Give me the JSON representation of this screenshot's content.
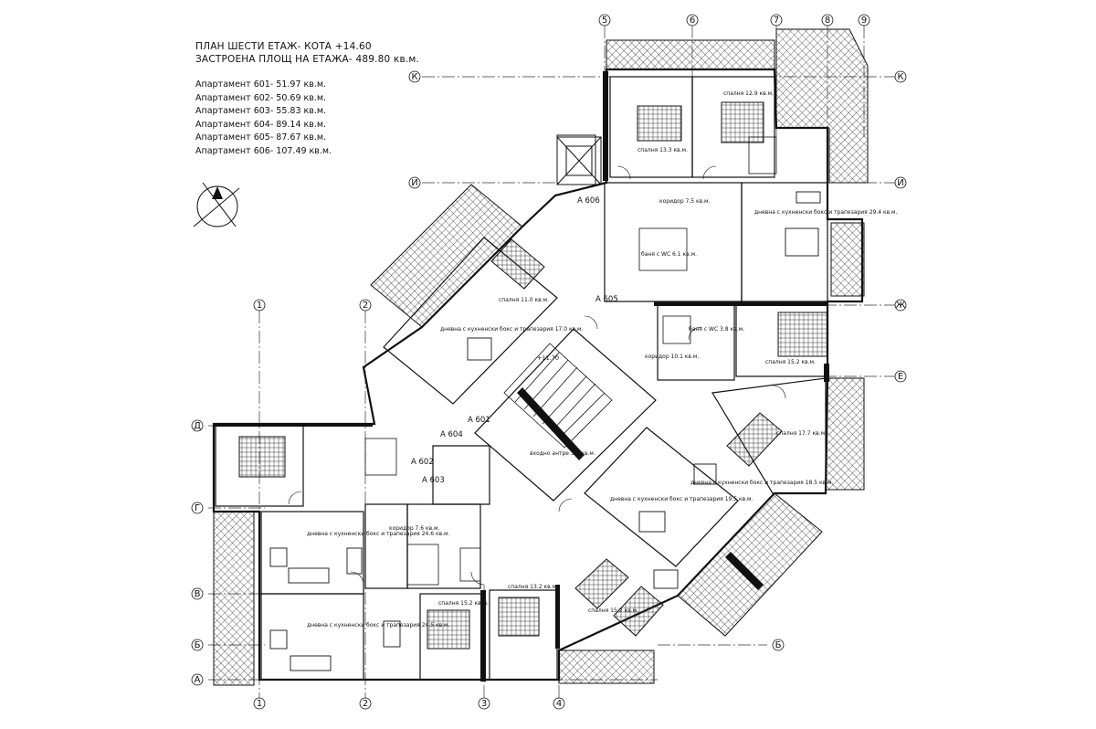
{
  "title": {
    "line1": "ПЛАН ШЕСТИ ЕТАЖ- КОТА +14.60",
    "line2": "ЗАСТРОЕНА ПЛОЩ НА ЕТАЖА- 489.80 кв.м."
  },
  "apartments": [
    {
      "label": "Апартамент 601-",
      "area": "51.97 кв.м."
    },
    {
      "label": "Апартамент 602-",
      "area": "50.69 кв.м."
    },
    {
      "label": "Апартамент 603-",
      "area": "55.83 кв.м."
    },
    {
      "label": "Апартамент 604-",
      "area": "89.14 кв.м."
    },
    {
      "label": "Апартамент 605-",
      "area": "87.67 кв.м."
    },
    {
      "label": "Апартамент 606-",
      "area": "107.49 кв.м."
    }
  ],
  "axes": {
    "top": [
      "5",
      "6",
      "7",
      "8",
      "9"
    ],
    "bottom": [
      "1",
      "2",
      "3",
      "4"
    ],
    "left": [
      "К",
      "И",
      "Ж",
      "Е",
      "Д",
      "Г",
      "В",
      "Б",
      "А"
    ],
    "mid": [
      "1",
      "2"
    ]
  },
  "apartment_tags": [
    "А 606",
    "А 605",
    "А 601",
    "А 602",
    "А 603",
    "А 604"
  ],
  "level_mark": "+11.70",
  "room_labels": [
    "спалня 13.3 кв.м.",
    "спалня 12.9 кв.м.",
    "коридор 7.5 кв.м.",
    "дневна с кухненски бокс и трапезария 29.4 кв.м.",
    "баня с WC 6.1 кв.м.",
    "спалня 11.0 кв.м.",
    "дневна с кухненски бокс и трапезария 17.0 кв.м.",
    "баня с WC 3.8 кв.м.",
    "спалня 15.2 кв.м.",
    "коридор 10.1 кв.м.",
    "спалня 17.7 кв.м.",
    "дневна с кухненски бокс и трапезария 18.5 кв.м.",
    "дневна с кухненски бокс и трапезария 19.5 кв.м.",
    "спалня 15.2 кв.м.",
    "дневна с кухненски бокс и трапезария 24.6 кв.м.",
    "дневна с кухненски бокс и трапезария 24.5 кв.м.",
    "коридор 7.6 кв.м.",
    "спалня 13.2 кв.м.",
    "спалня 15.2 кв.м.",
    "входно антре 3.7 кв.м."
  ]
}
